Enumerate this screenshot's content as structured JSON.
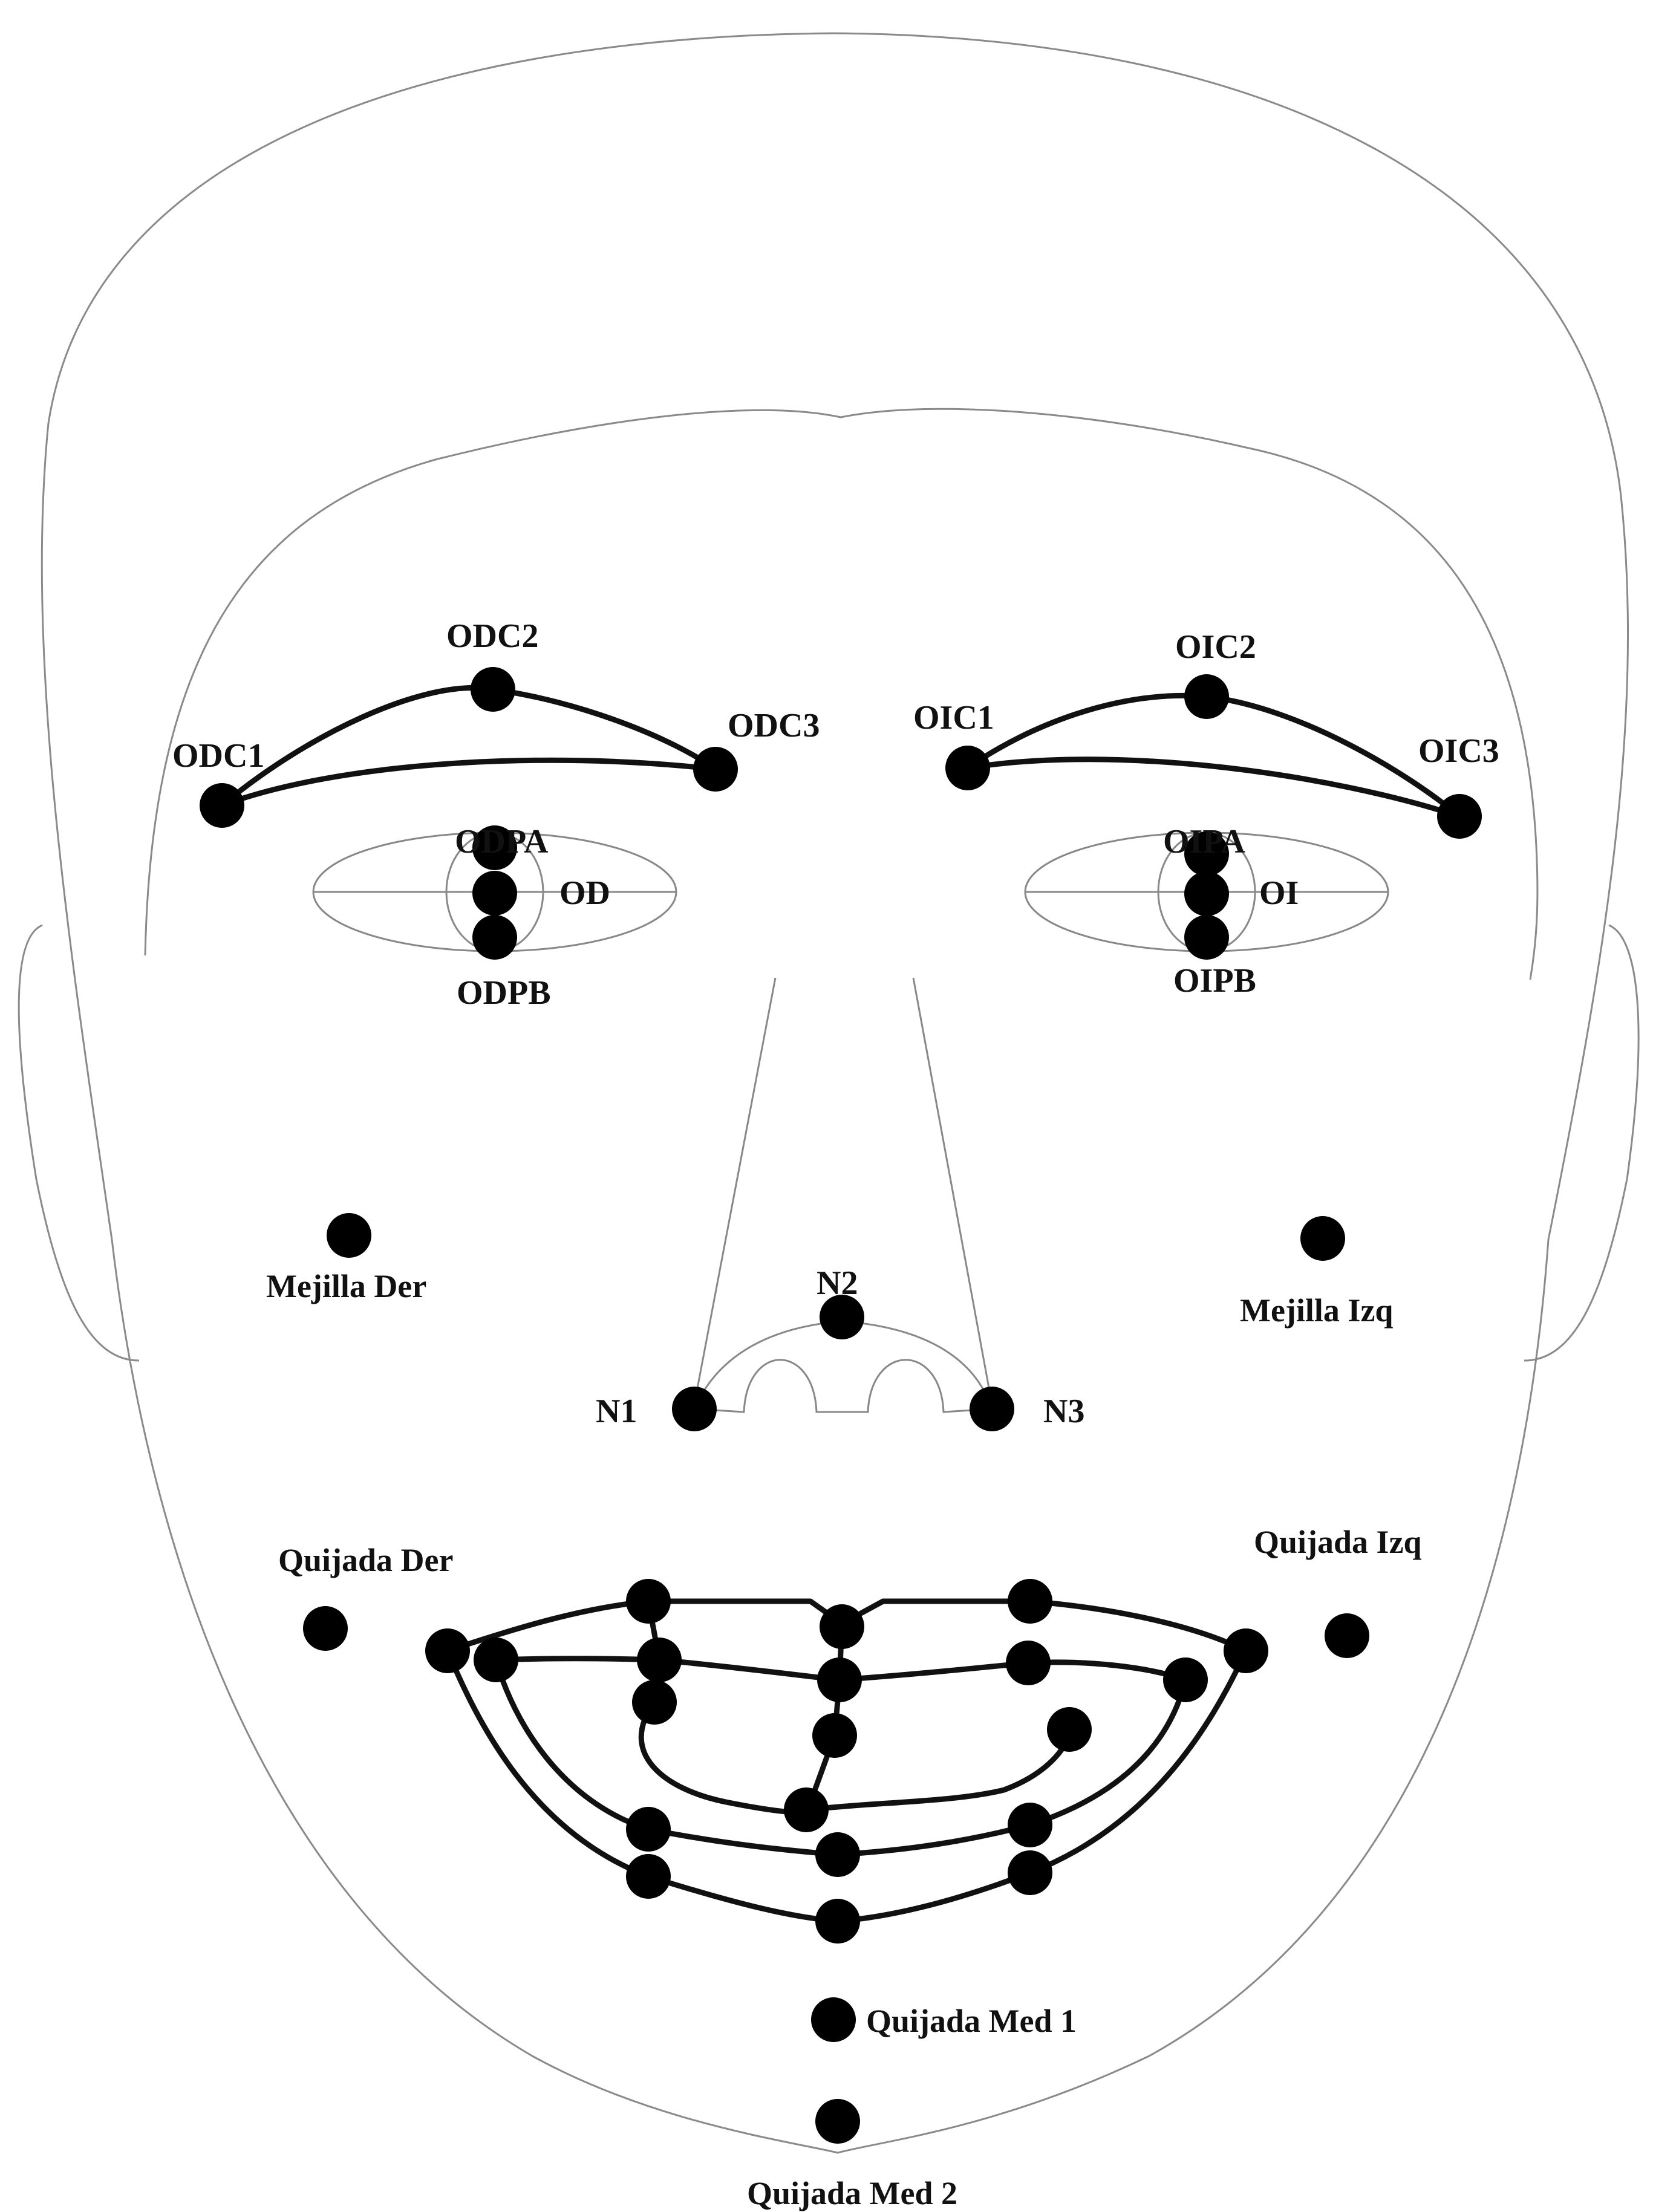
{
  "labels": {
    "odc1": "ODC1",
    "odc2": "ODC2",
    "odc3": "ODC3",
    "oic1": "OIC1",
    "oic2": "OIC2",
    "oic3": "OIC3",
    "odpa": "ODPA",
    "od": "OD",
    "odpb": "ODPB",
    "oipa": "OIPA",
    "oi": "OI",
    "oipb": "OIPB",
    "mejilla_der": "Mejilla Der",
    "mejilla_izq": "Mejilla Izq",
    "n1": "N1",
    "n2": "N2",
    "n3": "N3",
    "quijada_der": "Quijada Der",
    "quijada_izq": "Quijada Izq",
    "quijada_med_1": "Quijada Med 1",
    "quijada_med_2": "Quijada Med 2"
  },
  "colors": {
    "outline": "#8a8a8a",
    "marker": "#000000",
    "text": "#111111"
  }
}
